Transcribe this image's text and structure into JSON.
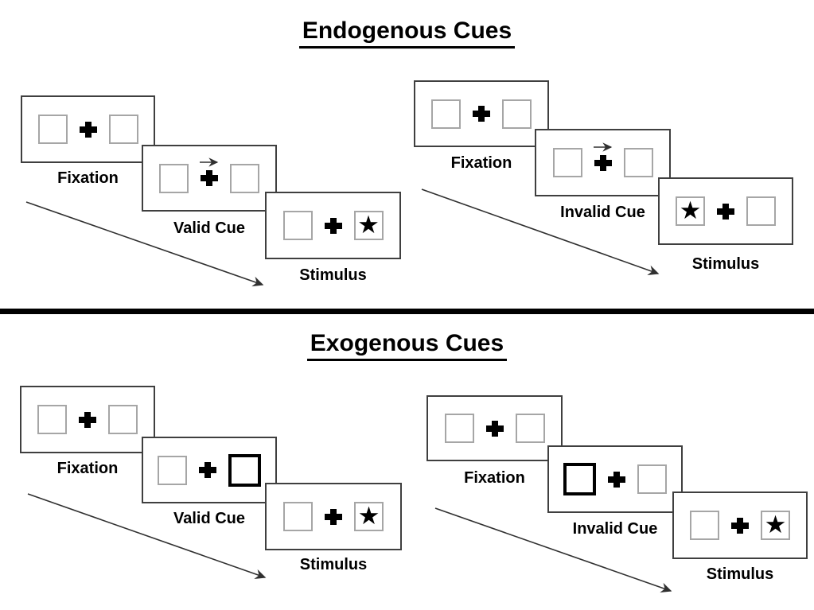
{
  "slide": {
    "background": "#ffffff"
  },
  "colors": {
    "text": "#000000",
    "screen_border": "#3f3f3f",
    "box_border": "#a6a6a6",
    "cue_box_border": "#000000",
    "divider": "#000000",
    "arrow": "#303030"
  },
  "glyphs": {
    "star": "★",
    "fixation_cross": "+"
  },
  "sections": [
    {
      "title": "Endogenous Cues",
      "cue_style": "central arrow above fixation cross",
      "trials": [
        {
          "name": "valid",
          "cue_direction": "right",
          "stimulus_side": "right",
          "steps": [
            "Fixation",
            "Valid Cue",
            "Stimulus"
          ]
        },
        {
          "name": "invalid",
          "cue_direction": "right",
          "stimulus_side": "left",
          "steps": [
            "Fixation",
            "Invalid Cue",
            "Stimulus"
          ]
        }
      ]
    },
    {
      "title": "Exogenous Cues",
      "cue_style": "peripheral box with thick border",
      "trials": [
        {
          "name": "valid",
          "cue_side": "right",
          "stimulus_side": "right",
          "steps": [
            "Fixation",
            "Valid Cue",
            "Stimulus"
          ]
        },
        {
          "name": "invalid",
          "cue_side": "left",
          "stimulus_side": "right",
          "steps": [
            "Fixation",
            "Invalid Cue",
            "Stimulus"
          ]
        }
      ]
    }
  ]
}
